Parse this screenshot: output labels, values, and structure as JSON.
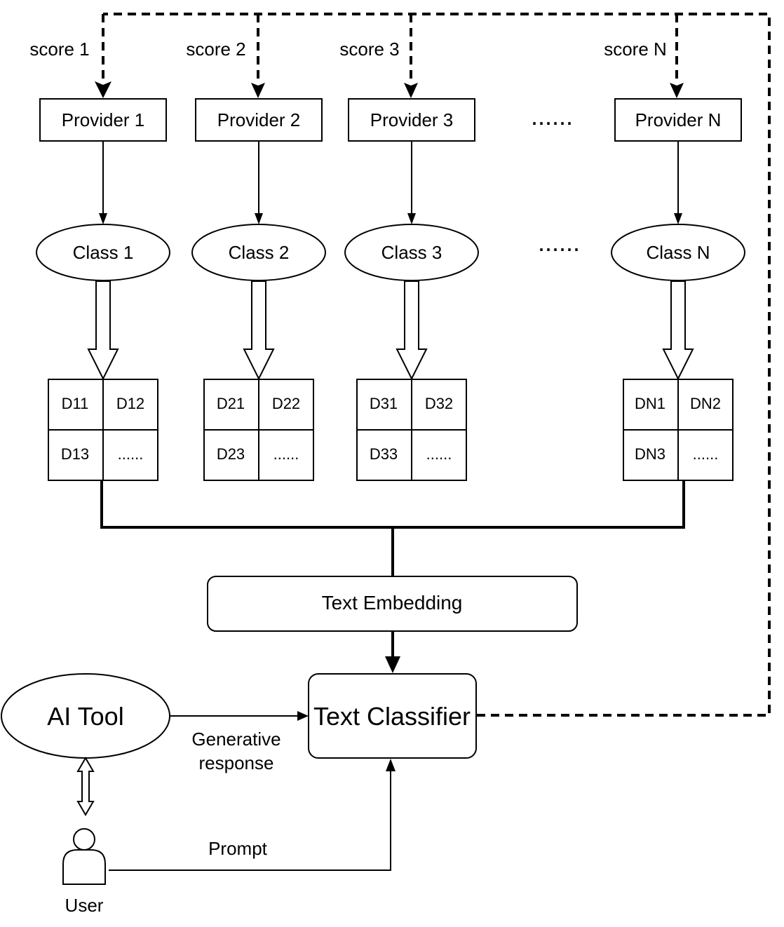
{
  "scores": [
    "score 1",
    "score 2",
    "score 3",
    "score N"
  ],
  "providers": [
    "Provider 1",
    "Provider 2",
    "Provider 3",
    "Provider N"
  ],
  "classes": [
    "Class 1",
    "Class 2",
    "Class 3",
    "Class N"
  ],
  "ellipsis": "......",
  "data_grids": [
    [
      "D11",
      "D12",
      "D13",
      "......"
    ],
    [
      "D21",
      "D22",
      "D23",
      "......"
    ],
    [
      "D31",
      "D32",
      "D33",
      "......"
    ],
    [
      "DN1",
      "DN2",
      "DN3",
      "......"
    ]
  ],
  "text_embedding": "Text Embedding",
  "text_classifier": "Text Classifier",
  "ai_tool": "AI Tool",
  "generative_response": [
    "Generative",
    "response"
  ],
  "prompt": "Prompt",
  "user": "User"
}
